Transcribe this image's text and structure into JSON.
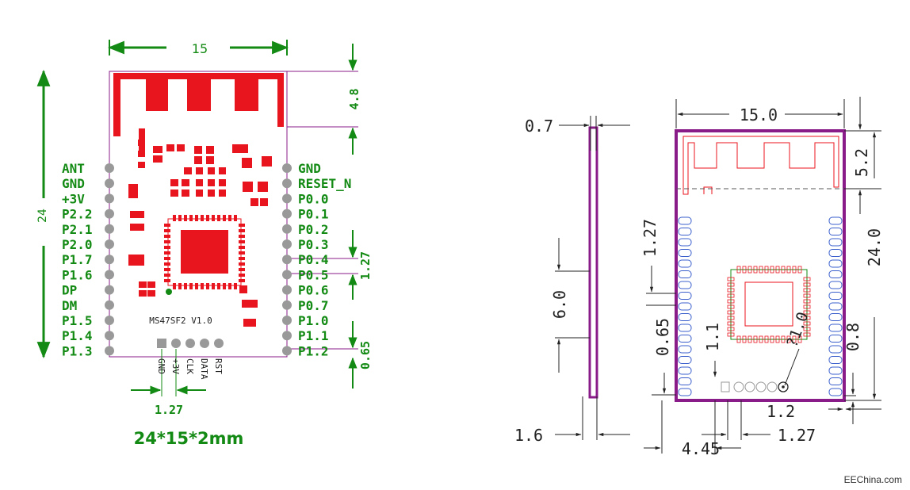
{
  "left": {
    "width_dim": "15",
    "height_dim": "24",
    "antenna_dim": "4.8",
    "pitch_dim": "1.27",
    "bottom_dim": "0.65",
    "bottom_pitch_dim": "1.27",
    "left_pins": [
      "ANT",
      "GND",
      "+3V",
      "P2.2",
      "P2.1",
      "P2.0",
      "P1.7",
      "P1.6",
      "DP",
      "DM",
      "P1.5",
      "P1.4",
      "P1.3"
    ],
    "right_pins": [
      "GND",
      "RESET_N",
      "P0.0",
      "P0.1",
      "P0.2",
      "P0.3",
      "P0.4",
      "P0.5",
      "P0.6",
      "P0.7",
      "P1.0",
      "P1.1",
      "P1.2"
    ],
    "bottom_pins": [
      "GND",
      "+3V",
      "CLK",
      "DATA",
      "RST"
    ],
    "board_label": "MS47SF2 V1.0",
    "caption": "24*15*2mm"
  },
  "right": {
    "thickness_top": "0.7",
    "thickness_bottom": "1.6",
    "side_height": "6.0",
    "width_dim": "15.0",
    "antenna_dim": "5.2",
    "height_dim": "24.0",
    "pad_pitch": "1.27",
    "pad_width": "0.65",
    "pad_len": "1.1",
    "hole_dim": "?1.0",
    "edge_dim": "0.8",
    "bottom_edge": "1.2",
    "bottom_pitch": "1.27",
    "bottom_offset": "4.45"
  },
  "colors": {
    "green": "#138a13",
    "red": "#e8141e",
    "purple": "#8a1c8a",
    "gray": "#999999",
    "black": "#222222"
  },
  "watermark": "EEChina.com"
}
